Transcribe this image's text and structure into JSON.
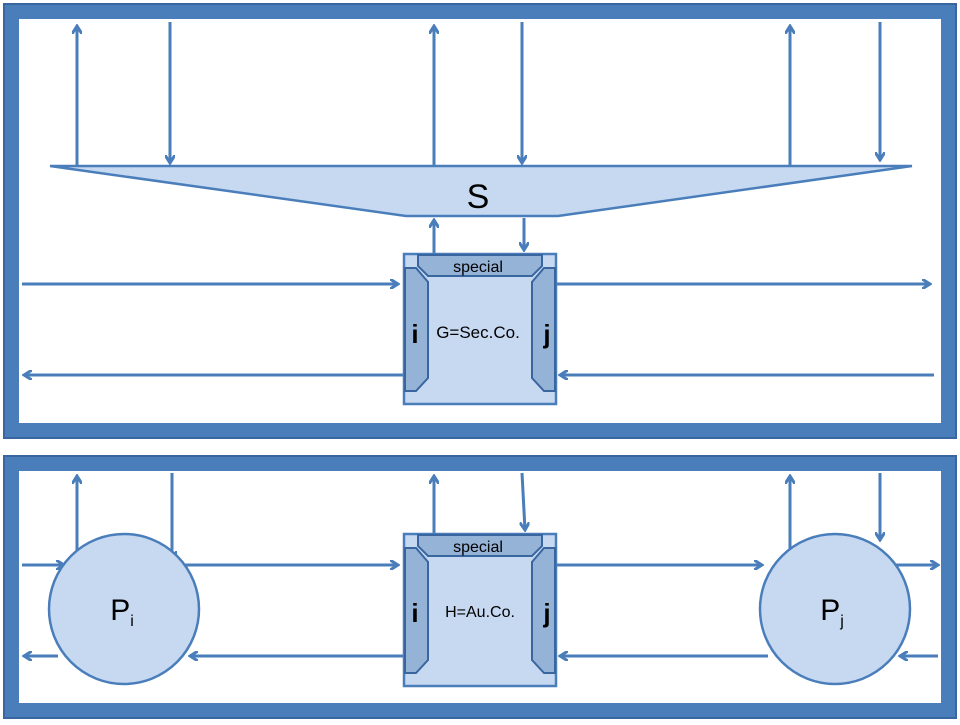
{
  "colors": {
    "frame": "#4a7ebb",
    "frame_edge": "#3a66a0",
    "fill_light": "#c6d9f1",
    "fill_mid": "#95b3d7",
    "arrow": "#4a7ebb",
    "text": "#000000"
  },
  "top_panel": {
    "s_label": "S",
    "gate_special": "special",
    "gate_left": "i",
    "gate_right": "j",
    "gate_label": "G=Sec.Co."
  },
  "bottom_panel": {
    "gate_special": "special",
    "gate_left": "i",
    "gate_right": "j",
    "gate_label": "H=Au.Co.",
    "pi_main": "P",
    "pi_sub": "i",
    "pj_main": "P",
    "pj_sub": "j"
  }
}
